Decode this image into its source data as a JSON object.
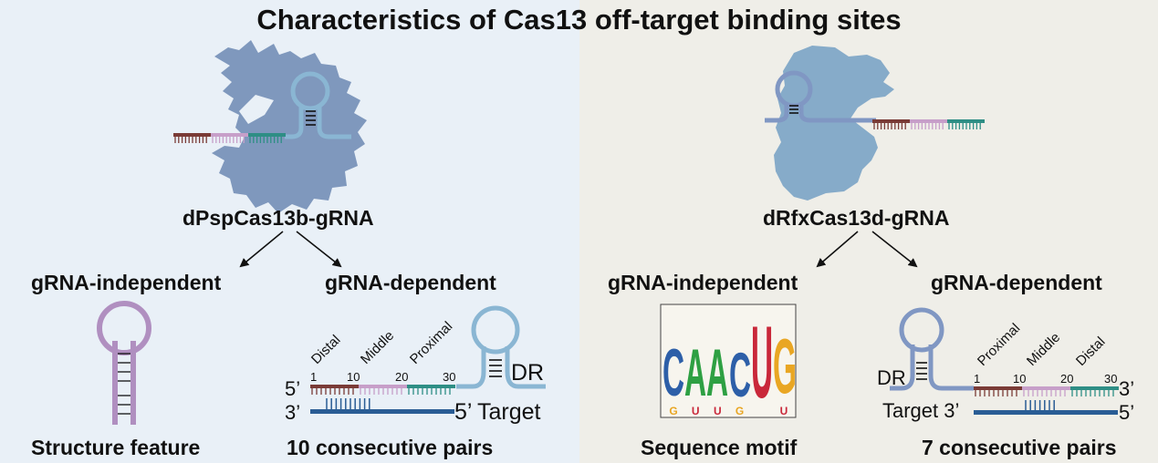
{
  "title": "Characteristics of Cas13 off-target binding sites",
  "colors": {
    "left_bg": "#e9f0f7",
    "right_bg": "#efeee8",
    "psp_protein": "#7f98bd",
    "rfx_protein": "#86abc9",
    "distal": "#7a3b36",
    "middle": "#c79fc9",
    "proximal": "#2e8e85",
    "dr_left": "#8ab6d3",
    "dr_right": "#8097c3",
    "target_strand": "#2a5d95",
    "hairpin": "#b08fc0"
  },
  "left": {
    "complex_label": "dPspCas13b-gRNA",
    "branch_independent": "gRNA-independent",
    "branch_dependent": "gRNA-dependent",
    "independent_caption": "Structure feature",
    "dependent_caption": "10 consecutive pairs",
    "diagram": {
      "five_prime": "5’",
      "three_prime": "3’",
      "target_end": "5’ Target",
      "dr": "DR",
      "regions": [
        "Distal",
        "Middle",
        "Proximal"
      ],
      "positions": [
        "1",
        "10",
        "20",
        "30"
      ]
    }
  },
  "right": {
    "complex_label": "dRfxCas13d-gRNA",
    "branch_independent": "gRNA-independent",
    "branch_dependent": "gRNA-dependent",
    "independent_caption": "Sequence motif",
    "dependent_caption": "7 consecutive pairs",
    "motif": {
      "top": [
        "C",
        "A",
        "A",
        "C",
        "U",
        "G"
      ],
      "bottom": [
        "G",
        "U",
        "U",
        "G",
        "",
        "U"
      ]
    },
    "diagram": {
      "three_prime_end": "3’",
      "five_prime_end": "5’",
      "target_start": "Target 3’",
      "dr": "DR",
      "regions": [
        "Proximal",
        "Middle",
        "Distal"
      ],
      "positions": [
        "1",
        "10",
        "20",
        "30"
      ]
    }
  }
}
